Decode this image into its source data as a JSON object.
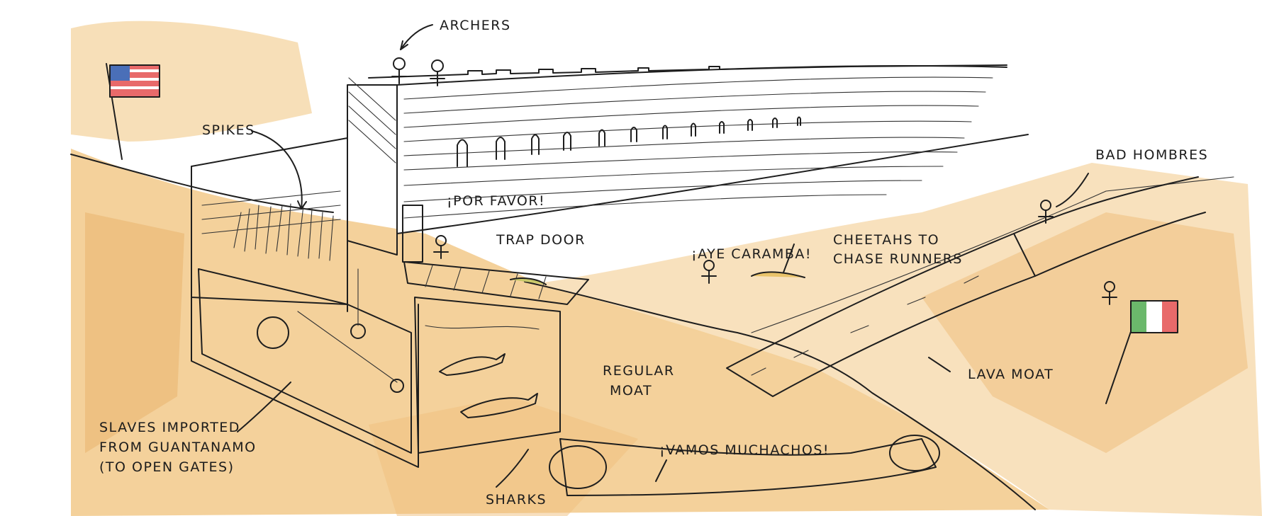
{
  "labels": {
    "archers": "ARCHERS",
    "spikes": "SPIKES",
    "por_favor": "¡POR FAVOR!",
    "trap_door": "TRAP DOOR",
    "aye_caramba": "¡AYE CARAMBA!",
    "cheetahs_1": "CHEETAHS TO",
    "cheetahs_2": "CHASE RUNNERS",
    "bad_hombres": "BAD HOMBRES",
    "lava_moat": "LAVA MOAT",
    "regular_moat_1": "REGULAR",
    "regular_moat_2": "MOAT",
    "slaves_1": "SLAVES IMPORTED",
    "slaves_2": "FROM GUANTANAMO",
    "slaves_3": "(TO OPEN GATES)",
    "vamos": "¡VAMOS MUCHACHOS!",
    "sharks": "SHARKS"
  },
  "colors": {
    "sand": "#f2c98a",
    "sand_dark": "#e8b26a",
    "water": "#c9daf0",
    "lava": "#e8b9a8",
    "ink": "#1e1e1e"
  }
}
